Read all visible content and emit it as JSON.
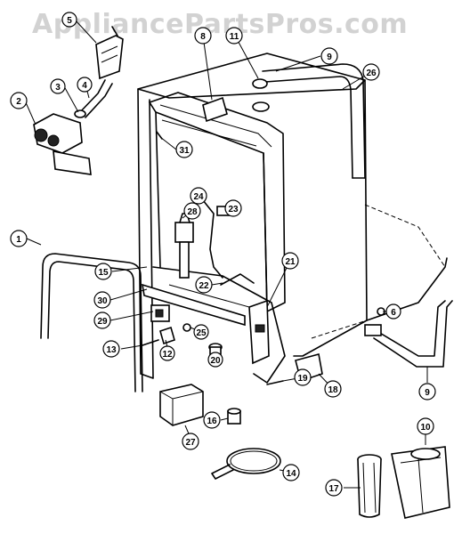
{
  "watermark": "AppliancePartsPros.com",
  "callouts": [
    "1",
    "2",
    "3",
    "4",
    "5",
    "6",
    "8",
    "9",
    "9",
    "10",
    "11",
    "12",
    "13",
    "14",
    "15",
    "16",
    "17",
    "18",
    "19",
    "20",
    "21",
    "22",
    "23",
    "24",
    "25",
    "26",
    "27",
    "28",
    "29",
    "30",
    "31"
  ]
}
